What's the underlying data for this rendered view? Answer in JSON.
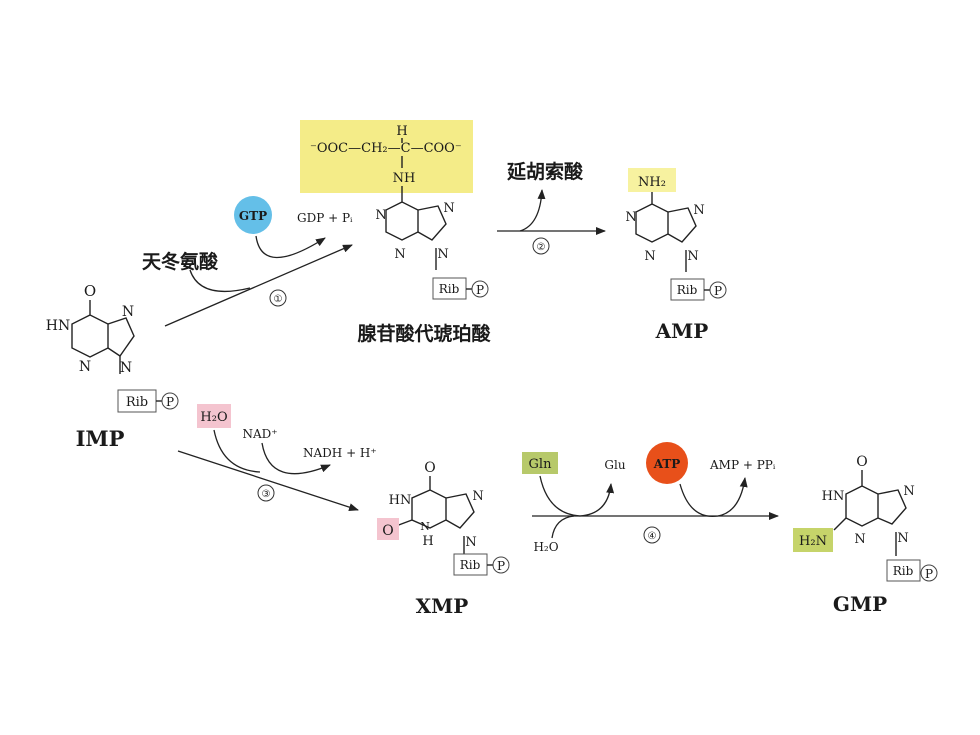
{
  "colors": {
    "succinate_highlight": "#f4ec88",
    "gtp_blue": "#64bfe8",
    "atp_red": "#e8501a",
    "water_pink": "#f4c4cf",
    "gln_green": "#b7c96a",
    "nh2_yellow": "#f7f2a0",
    "amine_green": "#c6d46a",
    "xmp_oxygen_pink": "#f4c4cf"
  },
  "molecules": {
    "imp": {
      "name": "IMP",
      "o": "O",
      "hn": "HN",
      "n7": "N",
      "n3": "N",
      "n9": "N",
      "rib": "Rib",
      "p": "P"
    },
    "adenylosuccinate": {
      "name": "腺苷酸代琥珀酸",
      "chain": "⁻OOC—CH₂—C—COO⁻",
      "h": "H",
      "nh": "NH",
      "n1": "N",
      "n3": "N",
      "n7": "N",
      "n9": "N",
      "rib": "Rib",
      "p": "P"
    },
    "amp": {
      "name": "AMP",
      "nh2": "NH₂",
      "n1": "N",
      "n3": "N",
      "n7": "N",
      "n9": "N",
      "rib": "Rib",
      "p": "P"
    },
    "xmp": {
      "name": "XMP",
      "o6": "O",
      "hn": "HN",
      "o2": "O",
      "h": "H",
      "n3": "N",
      "n7": "N",
      "n9": "N",
      "rib": "Rib",
      "p": "P"
    },
    "gmp": {
      "name": "GMP",
      "o": "O",
      "hn": "HN",
      "h2n": "H₂N",
      "n3": "N",
      "n7": "N",
      "n9": "N",
      "rib": "Rib",
      "p": "P"
    }
  },
  "reactants": {
    "aspartate": "天冬氨酸",
    "gtp": "GTP",
    "gdp_pi": "GDP + Pᵢ",
    "fumarate": "延胡索酸",
    "h2o_top": "H₂O",
    "nad": "NAD⁺",
    "nadh": "NADH + H⁺",
    "gln": "Gln",
    "glu": "Glu",
    "atp": "ATP",
    "amp_ppi": "AMP + PPᵢ",
    "h2o_bottom": "H₂O"
  },
  "steps": {
    "s1": "①",
    "s2": "②",
    "s3": "③",
    "s4": "④"
  }
}
